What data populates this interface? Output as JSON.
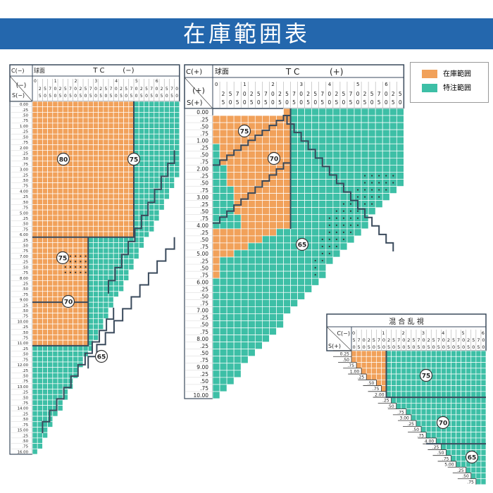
{
  "title": "在庫範囲表",
  "legend": {
    "stock": "在庫範囲",
    "special": "特注範囲"
  },
  "colors": {
    "stock": "#f1a15a",
    "special": "#3dbfa6",
    "banner": "#2467ad",
    "line": "#3a4a5c"
  },
  "common": {
    "lens_label": "球面",
    "tc_title": "T C",
    "s_title": "S"
  },
  "minus": {
    "c_label": "C(−)",
    "s_label": "S(−)",
    "sign": "(−)",
    "tc_sign": "(−)",
    "top_nums": [
      "0",
      "1",
      "2",
      "3",
      "4",
      "5",
      "6"
    ],
    "frac_row1": [
      "2",
      "5",
      "7",
      "0"
    ],
    "frac_row2": [
      "5",
      "0",
      "5",
      "0"
    ],
    "s_values": [
      "0.00",
      ".25",
      ".50",
      ".75",
      "1.00",
      ".25",
      ".50",
      ".75",
      "2.00",
      ".25",
      ".50",
      ".75",
      "3.00",
      ".25",
      ".50",
      ".75",
      "4.00",
      ".25",
      ".50",
      ".75",
      "5.00",
      ".25",
      ".50",
      ".75",
      "6.00",
      ".25",
      ".50",
      ".75",
      "7.00",
      ".25",
      ".50",
      ".75",
      "8.00",
      ".25",
      ".50",
      ".75",
      "9.00",
      ".25",
      ".50",
      ".75",
      "10.00",
      ".25",
      ".50",
      ".75",
      "11.00",
      ".25",
      ".50",
      ".75",
      "12.00",
      ".25",
      ".50",
      ".75",
      "13.00",
      ".25",
      ".50",
      ".75",
      "14.00",
      ".25",
      ".50",
      ".75",
      "15.00",
      ".25",
      ".50",
      ".75",
      "16.00"
    ],
    "zones": [
      "80",
      "75",
      "75",
      "70",
      "65"
    ]
  },
  "plus": {
    "c_label": "C(+)",
    "s_label": "S(+)",
    "sign": "(+)",
    "tc_sign": "(+)",
    "top_nums": [
      "0",
      "1",
      "2",
      "3",
      "4",
      "5",
      "6"
    ],
    "frac_row1": [
      "2",
      "5",
      "7",
      "0"
    ],
    "frac_row2": [
      "5",
      "0",
      "5",
      "0"
    ],
    "s_values": [
      "0.00",
      ".25",
      ".50",
      ".75",
      "1.00",
      ".25",
      ".50",
      ".75",
      "2.00",
      ".25",
      ".50",
      ".75",
      "3.00",
      ".25",
      ".50",
      ".75",
      "4.00",
      ".25",
      ".50",
      ".75",
      "5.00",
      ".25",
      ".50",
      ".75",
      "6.00",
      ".25",
      ".50",
      ".75",
      "7.00",
      ".25",
      ".50",
      ".75",
      "8.00",
      ".25",
      ".50",
      ".75",
      "9.00",
      ".25",
      ".50",
      ".75",
      "10.00"
    ],
    "zones": [
      "75",
      "70",
      "65"
    ]
  },
  "mixed": {
    "title": "混 合 乱 視",
    "c_label": "C(−)",
    "s_label": "S(+)",
    "top_nums": [
      "0",
      "1",
      "2",
      "3",
      "4",
      "5",
      "6"
    ],
    "frac_row1": [
      "5",
      "7",
      "0",
      "2",
      "5",
      "7",
      "0",
      "2",
      "5",
      "7",
      "0",
      "2",
      "5",
      "7",
      "0",
      "2",
      "5",
      "7",
      "0",
      "2",
      "5",
      "7",
      "0",
      "2",
      "5",
      "7",
      "0"
    ],
    "frac_row2": [
      "0",
      "5",
      "0",
      "5",
      "0",
      "5",
      "0",
      "5",
      "0",
      "5",
      "0",
      "5",
      "0",
      "5",
      "0",
      "5",
      "0",
      "5",
      "0",
      "5",
      "0",
      "5",
      "0",
      "5",
      "0",
      "5",
      "0"
    ],
    "diag_labels": [
      "0.25",
      ".50",
      ".75",
      "1.00",
      ".25",
      ".50",
      ".75",
      "2.00",
      ".25",
      ".50",
      ".75",
      "3.00",
      ".25",
      ".50",
      ".75",
      "4.00",
      ".25",
      ".50",
      ".75",
      "5.00",
      ".25",
      ".50",
      ".75"
    ],
    "zones": [
      "75",
      "70",
      "65"
    ]
  }
}
